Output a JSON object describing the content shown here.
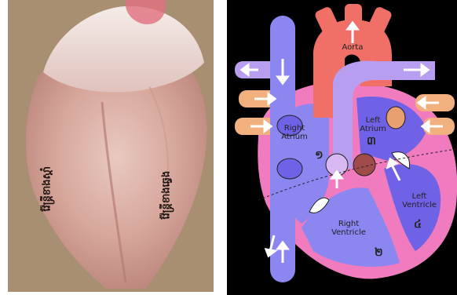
{
  "photo": {
    "left_label": "វ៉ែន្ត្រីខាងស្ដាំ",
    "right_label": "វ៉ែន្ត្រីខាងឆ្វេង"
  },
  "diagram": {
    "aorta": "Aorta",
    "right_atrium": [
      "Right",
      "Atrium"
    ],
    "left_atrium": [
      "Left",
      "Atrium"
    ],
    "right_ventricle": [
      "Right",
      "Ventricle"
    ],
    "left_ventricle": [
      "Left",
      "Ventricle"
    ],
    "numbers": {
      "one": "១",
      "two": "២",
      "three": "៣",
      "four": "៤"
    }
  },
  "colors": {
    "vein_blue": "#8c86f0",
    "artery_red": "#f07068",
    "wall_pink": "#f07cbf",
    "pulmonary_vein": "#f2b07e",
    "pulmonary_artery": "#b79ef0",
    "valve": "#d8b8f0"
  }
}
